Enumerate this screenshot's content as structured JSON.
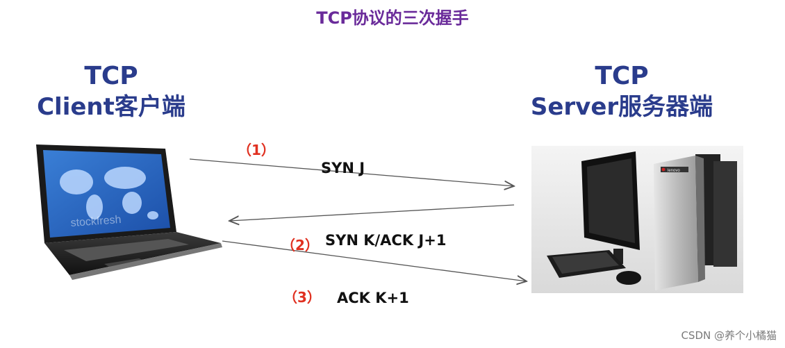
{
  "title": "TCP协议的三次握手",
  "client": {
    "line1": "TCP",
    "line2": "Client客户端"
  },
  "server": {
    "line1": "TCP",
    "line2": "Server服务器端"
  },
  "steps": [
    {
      "num": "（1）",
      "label": "SYN J"
    },
    {
      "num": "（2）",
      "label": "SYN K/ACK J+1"
    },
    {
      "num": "（3）",
      "label": "ACK K+1"
    }
  ],
  "laptop_screen_text": "stockfresh",
  "server_brand": "lenovo",
  "watermark": "CSDN @养个小橘猫",
  "colors": {
    "title": "#6a2b9a",
    "heading": "#2a3c8c",
    "step_number": "#e03020",
    "arrow": "#555555"
  }
}
